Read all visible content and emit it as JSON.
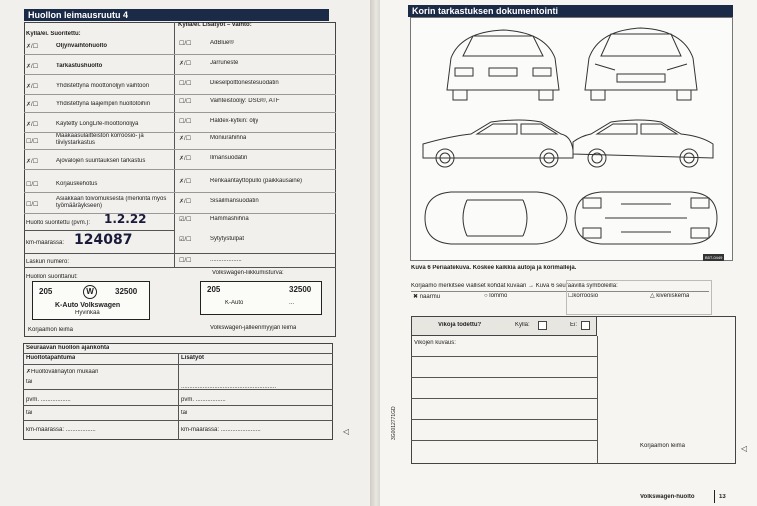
{
  "left": {
    "title": "Huollon leimausruutu 4",
    "col1_header": "Kyllä/ei. Suoritettu:",
    "col2_header": "Kyllä/ei. Lisätyöt – vaihto:",
    "checkbox": "☐/☐",
    "rows": [
      {
        "l": "Öljynvaihtohuolto",
        "r": "AdBlue®"
      },
      {
        "l": "Tarkastushuolto",
        "r": "Jarruneste"
      },
      {
        "l": "Yhdistettynä moottoriöljyn vaihtoon",
        "r": "Dieselpolttonestesuodatin"
      },
      {
        "l": "Yhdistettynä laajempiin huoltotöihin",
        "r": "Vaihteistoöljy: DSG®, ATF"
      },
      {
        "l": "Käytetty LongLife-moottoriöljyä",
        "r": "Haldex-kytkin: öljy"
      },
      {
        "l": "Maakaasulaitteiston korroosio- ja tiiviystarkastus",
        "r": "Moniurahihna"
      },
      {
        "l": "Ajovalojen suuntauksen tarkastus",
        "r": "Ilmansuodatin"
      },
      {
        "l": "Korjauskehotus",
        "r": "Renkaantäyttöpullo (paikkausaine)"
      },
      {
        "l": "Asiakkaan toivomuksesta (merkintä myös työmääräykseen)",
        "r": "Sisäilmansuodatin"
      }
    ],
    "service_date_label": "Huolto suoritettu (pvm.):",
    "service_date_value": "1.2.22",
    "km_label": "km-määrässä:",
    "km_value": "124087",
    "invoice_label": "Laskun numero:",
    "r_extra": [
      "Hammashihna",
      "Sytytystulpat",
      "..................."
    ],
    "performed_by_label": "Huollon suorittanut:",
    "guarantee_label": "Volkswagen-liikkumisturva:",
    "stamp1": {
      "num_left": "205",
      "num_right": "32500",
      "line1": "K-Auto Volkswagen",
      "line2": "Hyvinkää"
    },
    "stamp2": {
      "num_left": "205",
      "num_right": "32500",
      "line1": "K-Auto",
      "line2": "..."
    },
    "workshop_stamp_label": "Korjaamon leima",
    "dealer_stamp_label": "Volkswagen-jälleenmyyjän leima",
    "next": {
      "title": "Seuraavan huollon ajankohta",
      "col1": "Huoltotapahtuma",
      "col2": "Lisätyöt",
      "item1": "Huoltovälinäytön mukaan",
      "or": "tai",
      "date": "pvm. ..................",
      "km": "km-määrässä: ..................",
      "km2": "km-määrässä: ........................"
    }
  },
  "right": {
    "title": "Korin tarkastuksen dokumentointi",
    "figure_caption": "Kuva 6  Periaatekuva. Koskee kaikkia autoja ja korimalleja.",
    "legend_intro": "Korjaamo merkitsee vialliset kohdat kuvaan → Kuva 6 seuraavilla symboleilla:",
    "legend": [
      {
        "sym": "✖",
        "text": "naarmu"
      },
      {
        "sym": "○",
        "text": "lommo"
      },
      {
        "sym": "☐",
        "text": "korroosio"
      },
      {
        "sym": "△",
        "text": "kiveniskemä"
      }
    ],
    "defects_label": "Vikoja todettu?",
    "yes": "Kyllä:",
    "no": "Ei:",
    "desc_label": "Vikojen kuvaus:",
    "workshop_stamp": "Korjaamon leima",
    "page_footer": "Volkswagen-huolto",
    "page_number": "13",
    "side_code": "3G0012771GD",
    "figure_code": "B5T-0449"
  }
}
